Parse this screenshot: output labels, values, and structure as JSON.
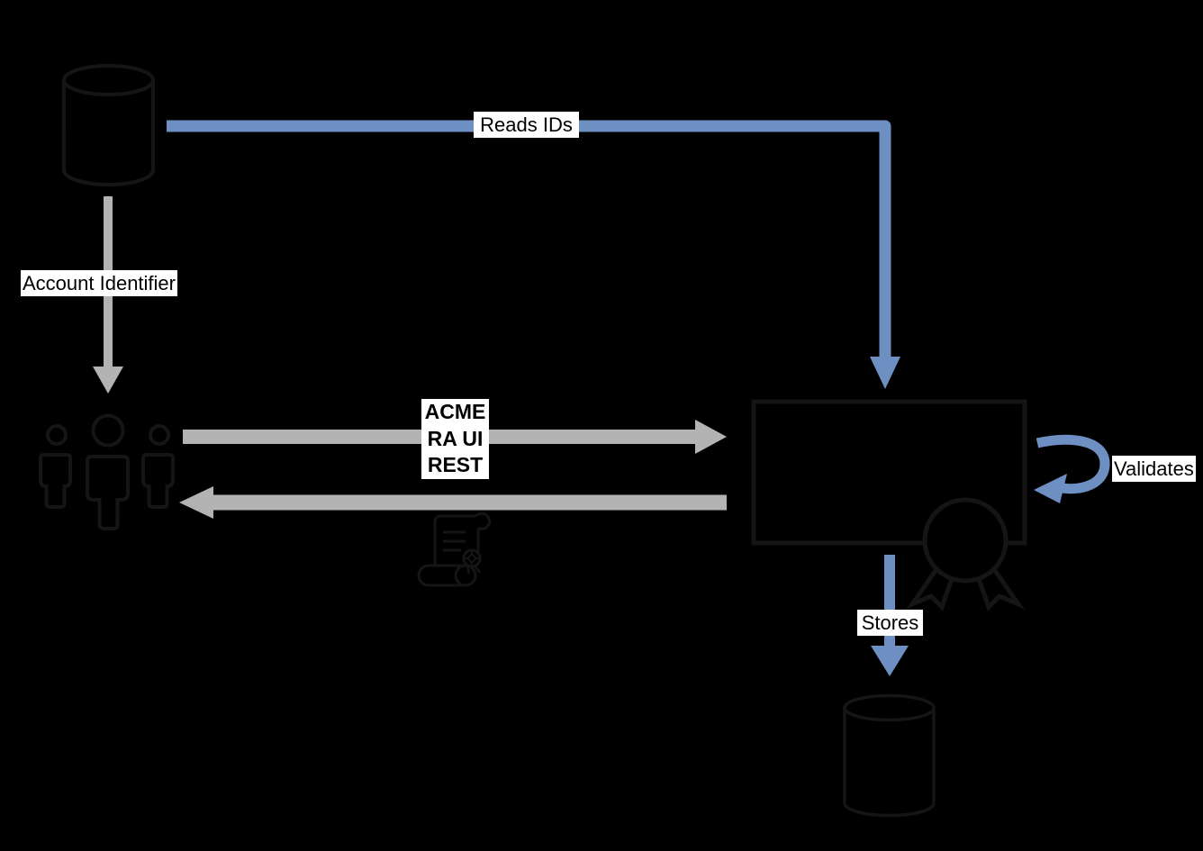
{
  "colors": {
    "background": "#000000",
    "arrow_blue": "#6e8fc2",
    "arrow_gray": "#b3b3b3",
    "shape_stroke": "#151515",
    "label_bg": "#ffffff",
    "label_text": "#000000"
  },
  "icons": {
    "source_database": "database-cylinder",
    "users": "people-group",
    "ra_service": "process-box",
    "certificate_seal": "rosette-ribbon",
    "signed_document": "scroll-certificate",
    "storage_database": "database-cylinder"
  },
  "edges": {
    "reads_ids": {
      "label": "Reads IDs",
      "color": "#6e8fc2"
    },
    "account_identifier": {
      "label": "Account Identifier",
      "color": "#b3b3b3"
    },
    "acme_request": {
      "line1": "ACME",
      "line2": "RA UI",
      "line3": "REST",
      "color": "#b3b3b3"
    },
    "validates": {
      "label": "Validates",
      "color": "#6e8fc2"
    },
    "stores": {
      "label": "Stores",
      "color": "#6e8fc2"
    }
  }
}
